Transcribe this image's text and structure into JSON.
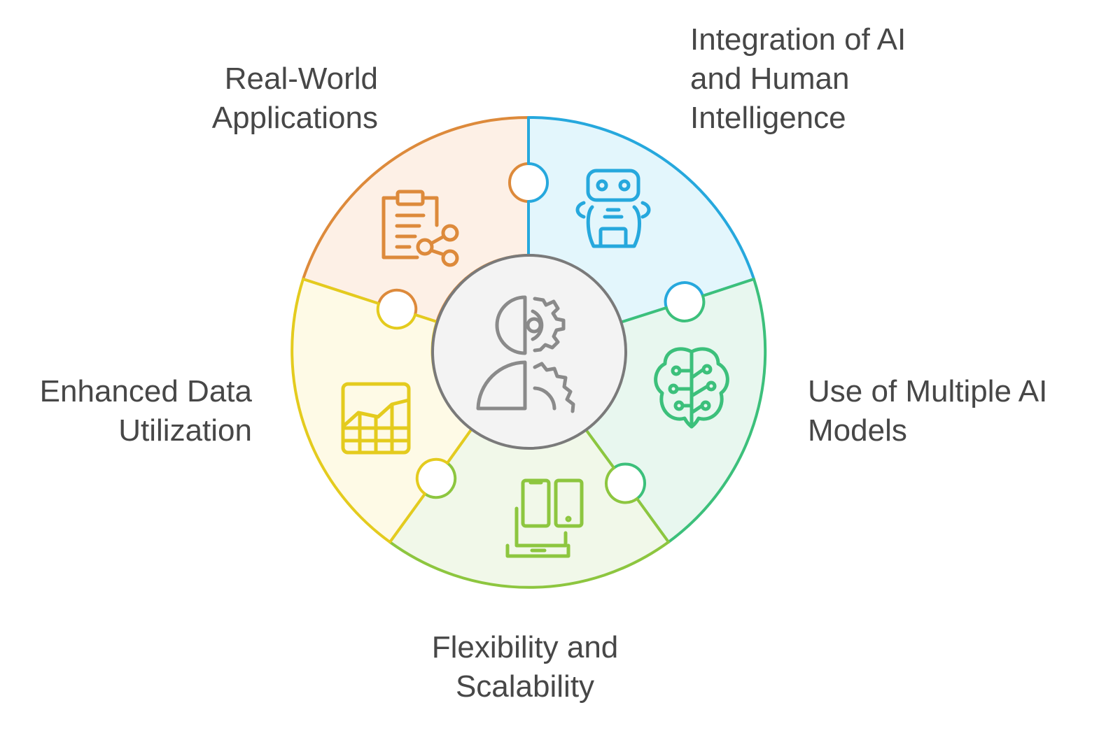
{
  "center_icon": "brain-gear-icon",
  "segments": [
    {
      "id": "real-world",
      "lines": [
        "Real-World",
        "Applications"
      ],
      "icon": "clipboard-share-icon",
      "stroke": "#DD8A3B",
      "fill": "#FDF0E6"
    },
    {
      "id": "integration",
      "lines": [
        "Integration of AI",
        "and Human",
        "Intelligence"
      ],
      "icon": "robot-icon",
      "stroke": "#26A8DD",
      "fill": "#E3F6FC"
    },
    {
      "id": "multiple",
      "lines": [
        "Use of Multiple AI",
        "Models"
      ],
      "icon": "brain-circuit-icon",
      "stroke": "#3CC07B",
      "fill": "#E8F7EF"
    },
    {
      "id": "flexibility",
      "lines": [
        "Flexibility and",
        "Scalability"
      ],
      "icon": "devices-icon",
      "stroke": "#8DC63F",
      "fill": "#F1F8E9"
    },
    {
      "id": "enhanced",
      "lines": [
        "Enhanced Data",
        "Utilization"
      ],
      "icon": "chart-table-icon",
      "stroke": "#E4CB1E",
      "fill": "#FEFAE6"
    }
  ],
  "center": {
    "stroke": "#7A7A7A",
    "fill": "#F3F3F3"
  }
}
